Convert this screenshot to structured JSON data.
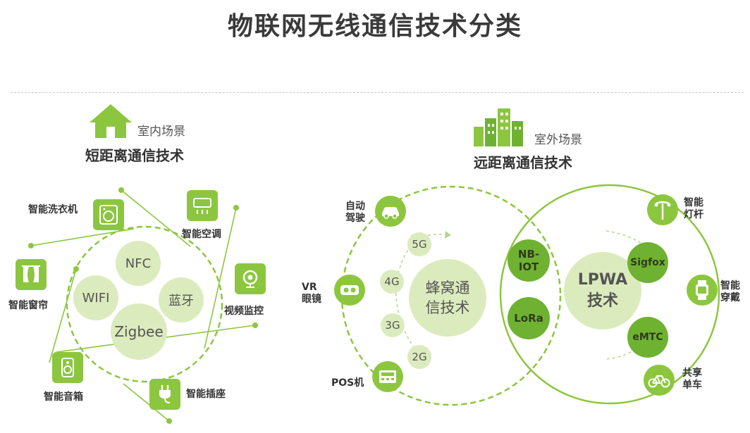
{
  "title": "物联网无线通信技术分类",
  "colors": {
    "accent": "#8cc63f",
    "accent_dark": "#6fb232",
    "bubble": "#dcebbd",
    "text": "#333333"
  },
  "indoor": {
    "scene_label": "室内场景",
    "tech_label": "短距离通信技术",
    "techs": {
      "nfc": "NFC",
      "wifi": "WIFI",
      "bluetooth": "蓝牙",
      "zigbee": "Zigbee"
    },
    "devices": {
      "washer": "智能洗衣机",
      "ac": "智能空调",
      "curtain": "智能窗帘",
      "camera": "视频监控",
      "speaker": "智能音箱",
      "socket": "智能插座"
    }
  },
  "outdoor": {
    "scene_label": "室外场景",
    "tech_label": "远距离通信技术",
    "cellular": {
      "label": "蜂窝通信技术",
      "generations": [
        "5G",
        "4G",
        "3G",
        "2G"
      ]
    },
    "lpwa": {
      "label": "LPWA技术",
      "techs": {
        "nbiot": "NB-IOT",
        "lora": "LoRa",
        "sigfox": "Sigfox",
        "emtc": "eMTC"
      }
    },
    "devices": {
      "car": "自动驾驶",
      "vr": "VR眼镜",
      "pos": "POS机",
      "streetlight": "智能灯杆",
      "wearable": "智能穿戴",
      "bike": "共享单车"
    }
  }
}
